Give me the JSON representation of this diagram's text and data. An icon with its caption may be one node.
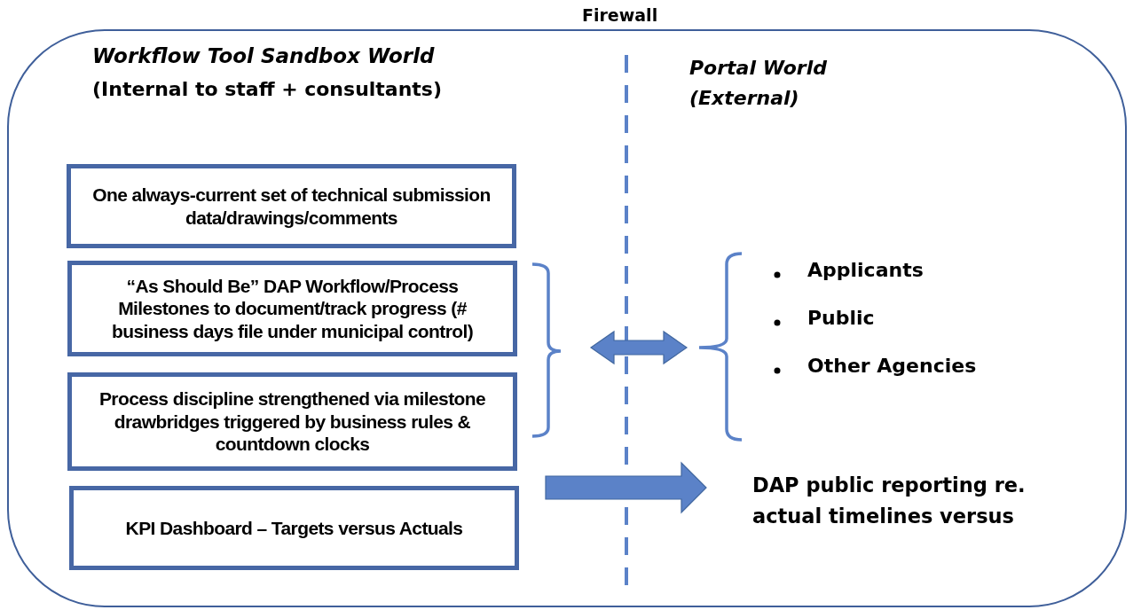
{
  "diagram": {
    "nodes": [
      {
        "text": [
          "Workflow Tool Sandbox World",
          "(Internal to staff + consultants)",
          "Portal World (External)"
        ]
      },
      {
        "text": [
          "One always-current set of technical submission data/drawings/comments"
        ],
        "in": 0
      },
      {
        "text": [
          "“As Should Be” DAP Workflow/Process Milestones to document/track progress (# business days file under municipal control)"
        ],
        "in": 0
      },
      {
        "text": [
          "Process discipline strengthened via milestone drawbridges triggered by business rules & countdown clocks"
        ],
        "in": 0
      },
      {
        "text": [
          "KPI Dashboard – Targets versus Actuals"
        ],
        "in": 0
      },
      {
        "text": [],
        "shape": "bracket",
        "in": 0
      },
      {
        "text": [
          "Applicants",
          "Public",
          "Other Agencies"
        ],
        "in": 0
      },
      {
        "text": [
          "DAP public reporting re. actual timelines versus"
        ],
        "in": 0
      }
    ],
    "edges": [
      {
        "from": 5,
        "to": 6,
        "arrow": "both",
        "style": "thick"
      },
      {
        "from": 4,
        "to": 7,
        "arrow": "to",
        "style": "thick"
      }
    ],
    "labels": [
      "Firewall"
    ]
  }
}
